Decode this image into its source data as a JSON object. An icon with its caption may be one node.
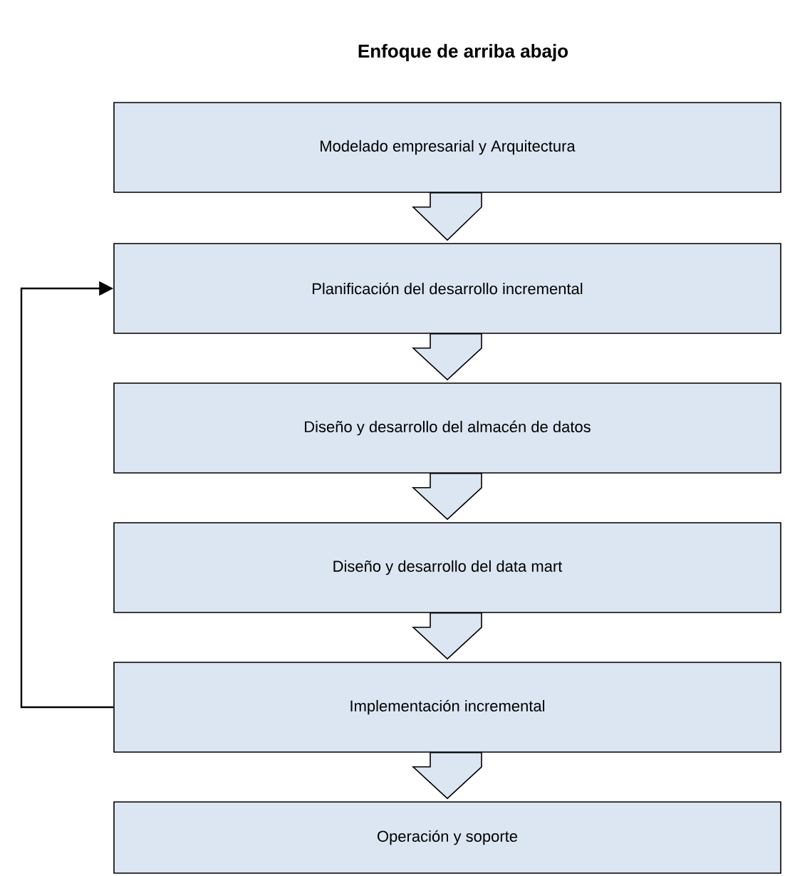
{
  "diagram": {
    "title": "Enfoque de arriba abajo",
    "nodes": [
      {
        "text": [
          "Modelado empresarial y Arquitectura"
        ]
      },
      {
        "text": [
          "Planificación del desarrollo incremental"
        ]
      },
      {
        "text": [
          "Diseño y desarrollo del almacén de datos"
        ]
      },
      {
        "text": [
          "Diseño y desarrollo del data mart"
        ]
      },
      {
        "text": [
          "Implementación incremental"
        ]
      },
      {
        "text": [
          "Operación y soporte"
        ]
      }
    ],
    "edges": [
      {
        "from": 0,
        "to": 1,
        "arrow": "to"
      },
      {
        "from": 1,
        "to": 2,
        "arrow": "to"
      },
      {
        "from": 2,
        "to": 3,
        "arrow": "to"
      },
      {
        "from": 3,
        "to": 4,
        "arrow": "to"
      },
      {
        "from": 4,
        "to": 5,
        "arrow": "to"
      },
      {
        "from": 4,
        "to": 1,
        "arrow": "to"
      }
    ]
  }
}
